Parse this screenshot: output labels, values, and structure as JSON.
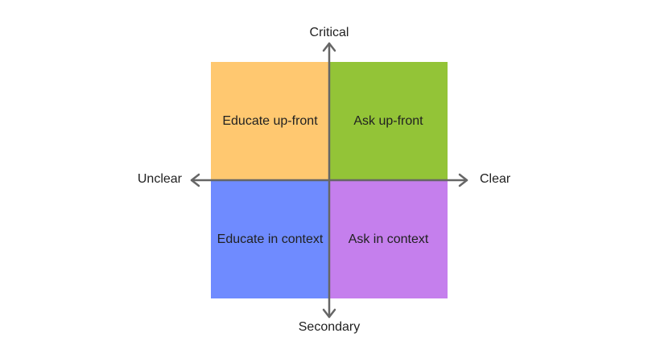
{
  "axes": {
    "top_label": "Critical",
    "bottom_label": "Secondary",
    "left_label": "Unclear",
    "right_label": "Clear",
    "color": "#666666"
  },
  "quadrants": {
    "top_left": {
      "label": "Educate up-front",
      "color": "#FFC870"
    },
    "top_right": {
      "label": "Ask up-front",
      "color": "#93C437"
    },
    "bottom_left": {
      "label": "Educate in context",
      "color": "#6F8BFF"
    },
    "bottom_right": {
      "label": "Ask in context",
      "color": "#C57FED"
    }
  }
}
